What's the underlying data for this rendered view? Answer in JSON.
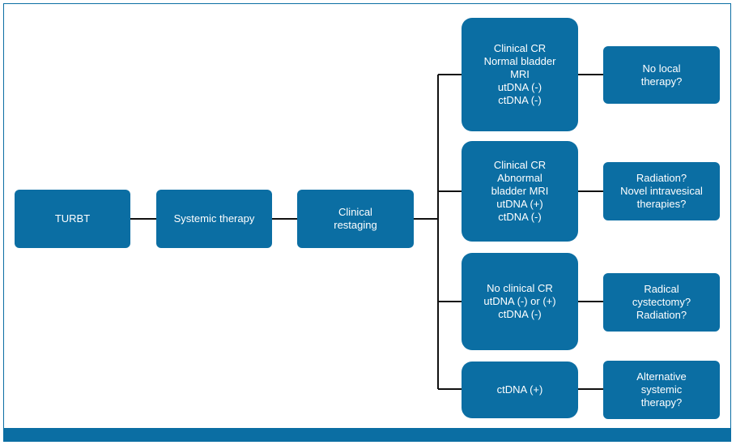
{
  "colors": {
    "box_fill": "#0b6ea3",
    "connector": "#111111",
    "frame": "#0b6ea3",
    "text": "#ffffff"
  },
  "nodes": {
    "turbt": "TURBT",
    "systemic_therapy": "Systemic therapy",
    "clinical_restaging": "Clinical\nrestaging",
    "outcome_1": "Clinical CR\nNormal bladder\nMRI\nutDNA (-)\nctDNA (-)",
    "outcome_2": "Clinical CR\nAbnormal\nbladder MRI\nutDNA (+)\nctDNA (-)",
    "outcome_3": "No clinical CR\nutDNA (-) or (+)\nctDNA (-)",
    "outcome_4": "ctDNA (+)",
    "action_1": "No local\ntherapy?",
    "action_2": "Radiation?\nNovel intravesical\ntherapies?",
    "action_3": "Radical\ncystectomy?\nRadiation?",
    "action_4": "Alternative\nsystemic\ntherapy?"
  }
}
